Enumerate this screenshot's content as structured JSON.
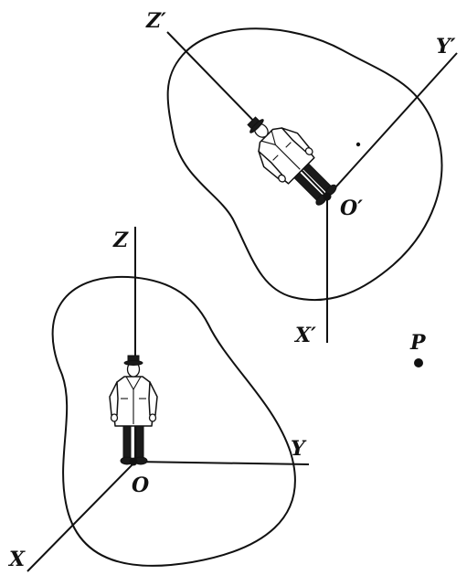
{
  "frame_S": {
    "origin_label": "O",
    "axis_x_label": "X",
    "axis_y_label": "Y",
    "axis_z_label": "Z"
  },
  "frame_S_prime": {
    "origin_label": "O′",
    "axis_x_label": "X′",
    "axis_y_label": "Y′",
    "axis_z_label": "Z′"
  },
  "point": {
    "label": "P"
  },
  "colors": {
    "ink": "#111111",
    "background": "#ffffff"
  }
}
